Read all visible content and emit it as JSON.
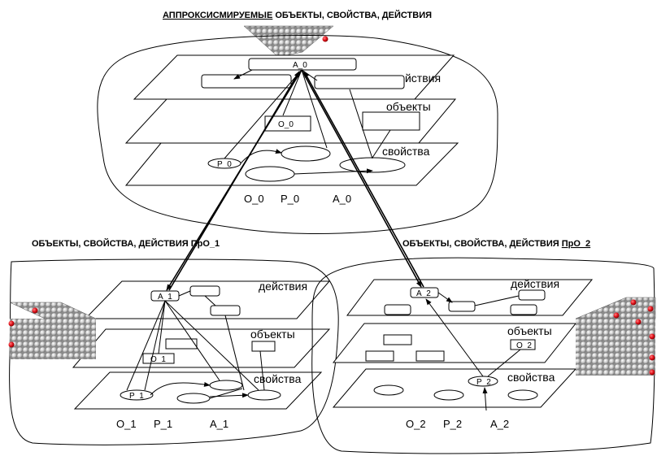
{
  "top": {
    "title_underlined": "АППРОКСИСМИРУЕМЫЕ",
    "title_rest": " ОБЪЕКТЫ, СВОЙСТВА, ДЕЙСТВИЯ",
    "plane_actions": "действия",
    "plane_objects": "объекты",
    "plane_props": "свойства",
    "node_a": "A_0",
    "node_o": "O_0",
    "node_p": "P_0",
    "footer": [
      "O_0",
      "P_0",
      "A_0"
    ]
  },
  "left": {
    "title": "ОБЪЕКТЫ, СВОЙСТВА, ДЕЙСТВИЯ ПрО_1",
    "plane_actions": "действия",
    "plane_objects": "объекты",
    "plane_props": "свойства",
    "node_a": "A_1",
    "node_o": "O_1",
    "node_p": "P_1",
    "footer": [
      "O_1",
      "P_1",
      "A_1"
    ]
  },
  "right": {
    "title_rest": "ОБЪЕКТЫ, СВОЙСТВА, ДЕЙСТВИЯ ",
    "title_underlined": "ПрО_2",
    "plane_actions": "действия",
    "plane_objects": "объекты",
    "plane_props": "свойства",
    "node_a": "A_2",
    "node_o": "O_2",
    "node_p": "P_2",
    "footer": [
      "O_2",
      "P_2",
      "A_2"
    ]
  },
  "colors": {
    "line": "#000000",
    "sphere": "#bfbfbf",
    "sphere_hi": "#ffffff",
    "marker": "#e0101a"
  }
}
